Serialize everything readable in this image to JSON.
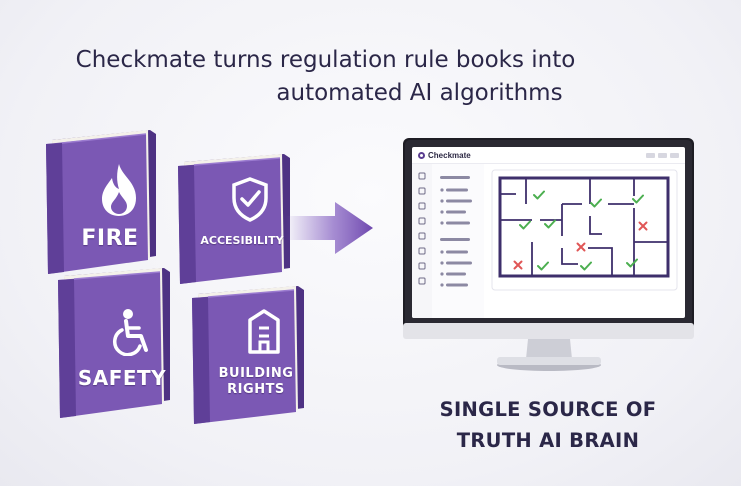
{
  "headline": {
    "line1": "Checkmate turns regulation rule books into",
    "line2": "automated AI algorithms"
  },
  "books": [
    {
      "label": "FIRE",
      "icon": "flame-icon"
    },
    {
      "label": "ACCESIBILITY",
      "icon": "shield-check-icon"
    },
    {
      "label": "SAFETY",
      "icon": "wheelchair-icon"
    },
    {
      "label_line1": "BUILDING",
      "label_line2": "RIGHTS",
      "icon": "building-icon"
    }
  ],
  "app": {
    "title": "Checkmate",
    "check_icon": "check-icon",
    "cross_icon": "cross-icon"
  },
  "tagline": {
    "line1": "SINGLE SOURCE OF",
    "line2": "TRUTH AI BRAIN"
  },
  "colors": {
    "book_purple": "#7b58b4",
    "book_dark": "#4e3283",
    "text_dark": "#2b2748",
    "check_green": "#4caf50",
    "cross_red": "#e05656"
  }
}
